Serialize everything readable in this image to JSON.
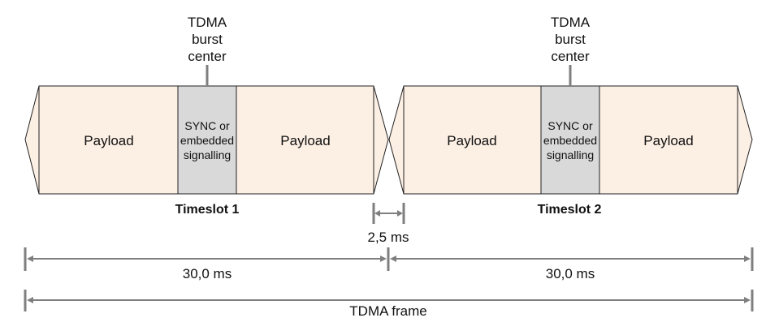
{
  "timeslots": [
    {
      "label": "Timeslot 1",
      "burst_center_lines": [
        "TDMA",
        "burst",
        "center"
      ],
      "payload_left": "Payload",
      "sync_lines": [
        "SYNC or",
        "embedded",
        "signalling"
      ],
      "payload_right": "Payload"
    },
    {
      "label": "Timeslot 2",
      "burst_center_lines": [
        "TDMA",
        "burst",
        "center"
      ],
      "payload_left": "Payload",
      "sync_lines": [
        "SYNC or",
        "embedded",
        "signalling"
      ],
      "payload_right": "Payload"
    }
  ],
  "guard_label": "2,5 ms",
  "slot_durations": [
    "30,0 ms",
    "30,0 ms"
  ],
  "frame_label": "TDMA frame",
  "colors": {
    "payload": "#fcefe4",
    "sync": "#d9d9d9",
    "outline": "#222222",
    "dimension": "#7f7f7f"
  }
}
